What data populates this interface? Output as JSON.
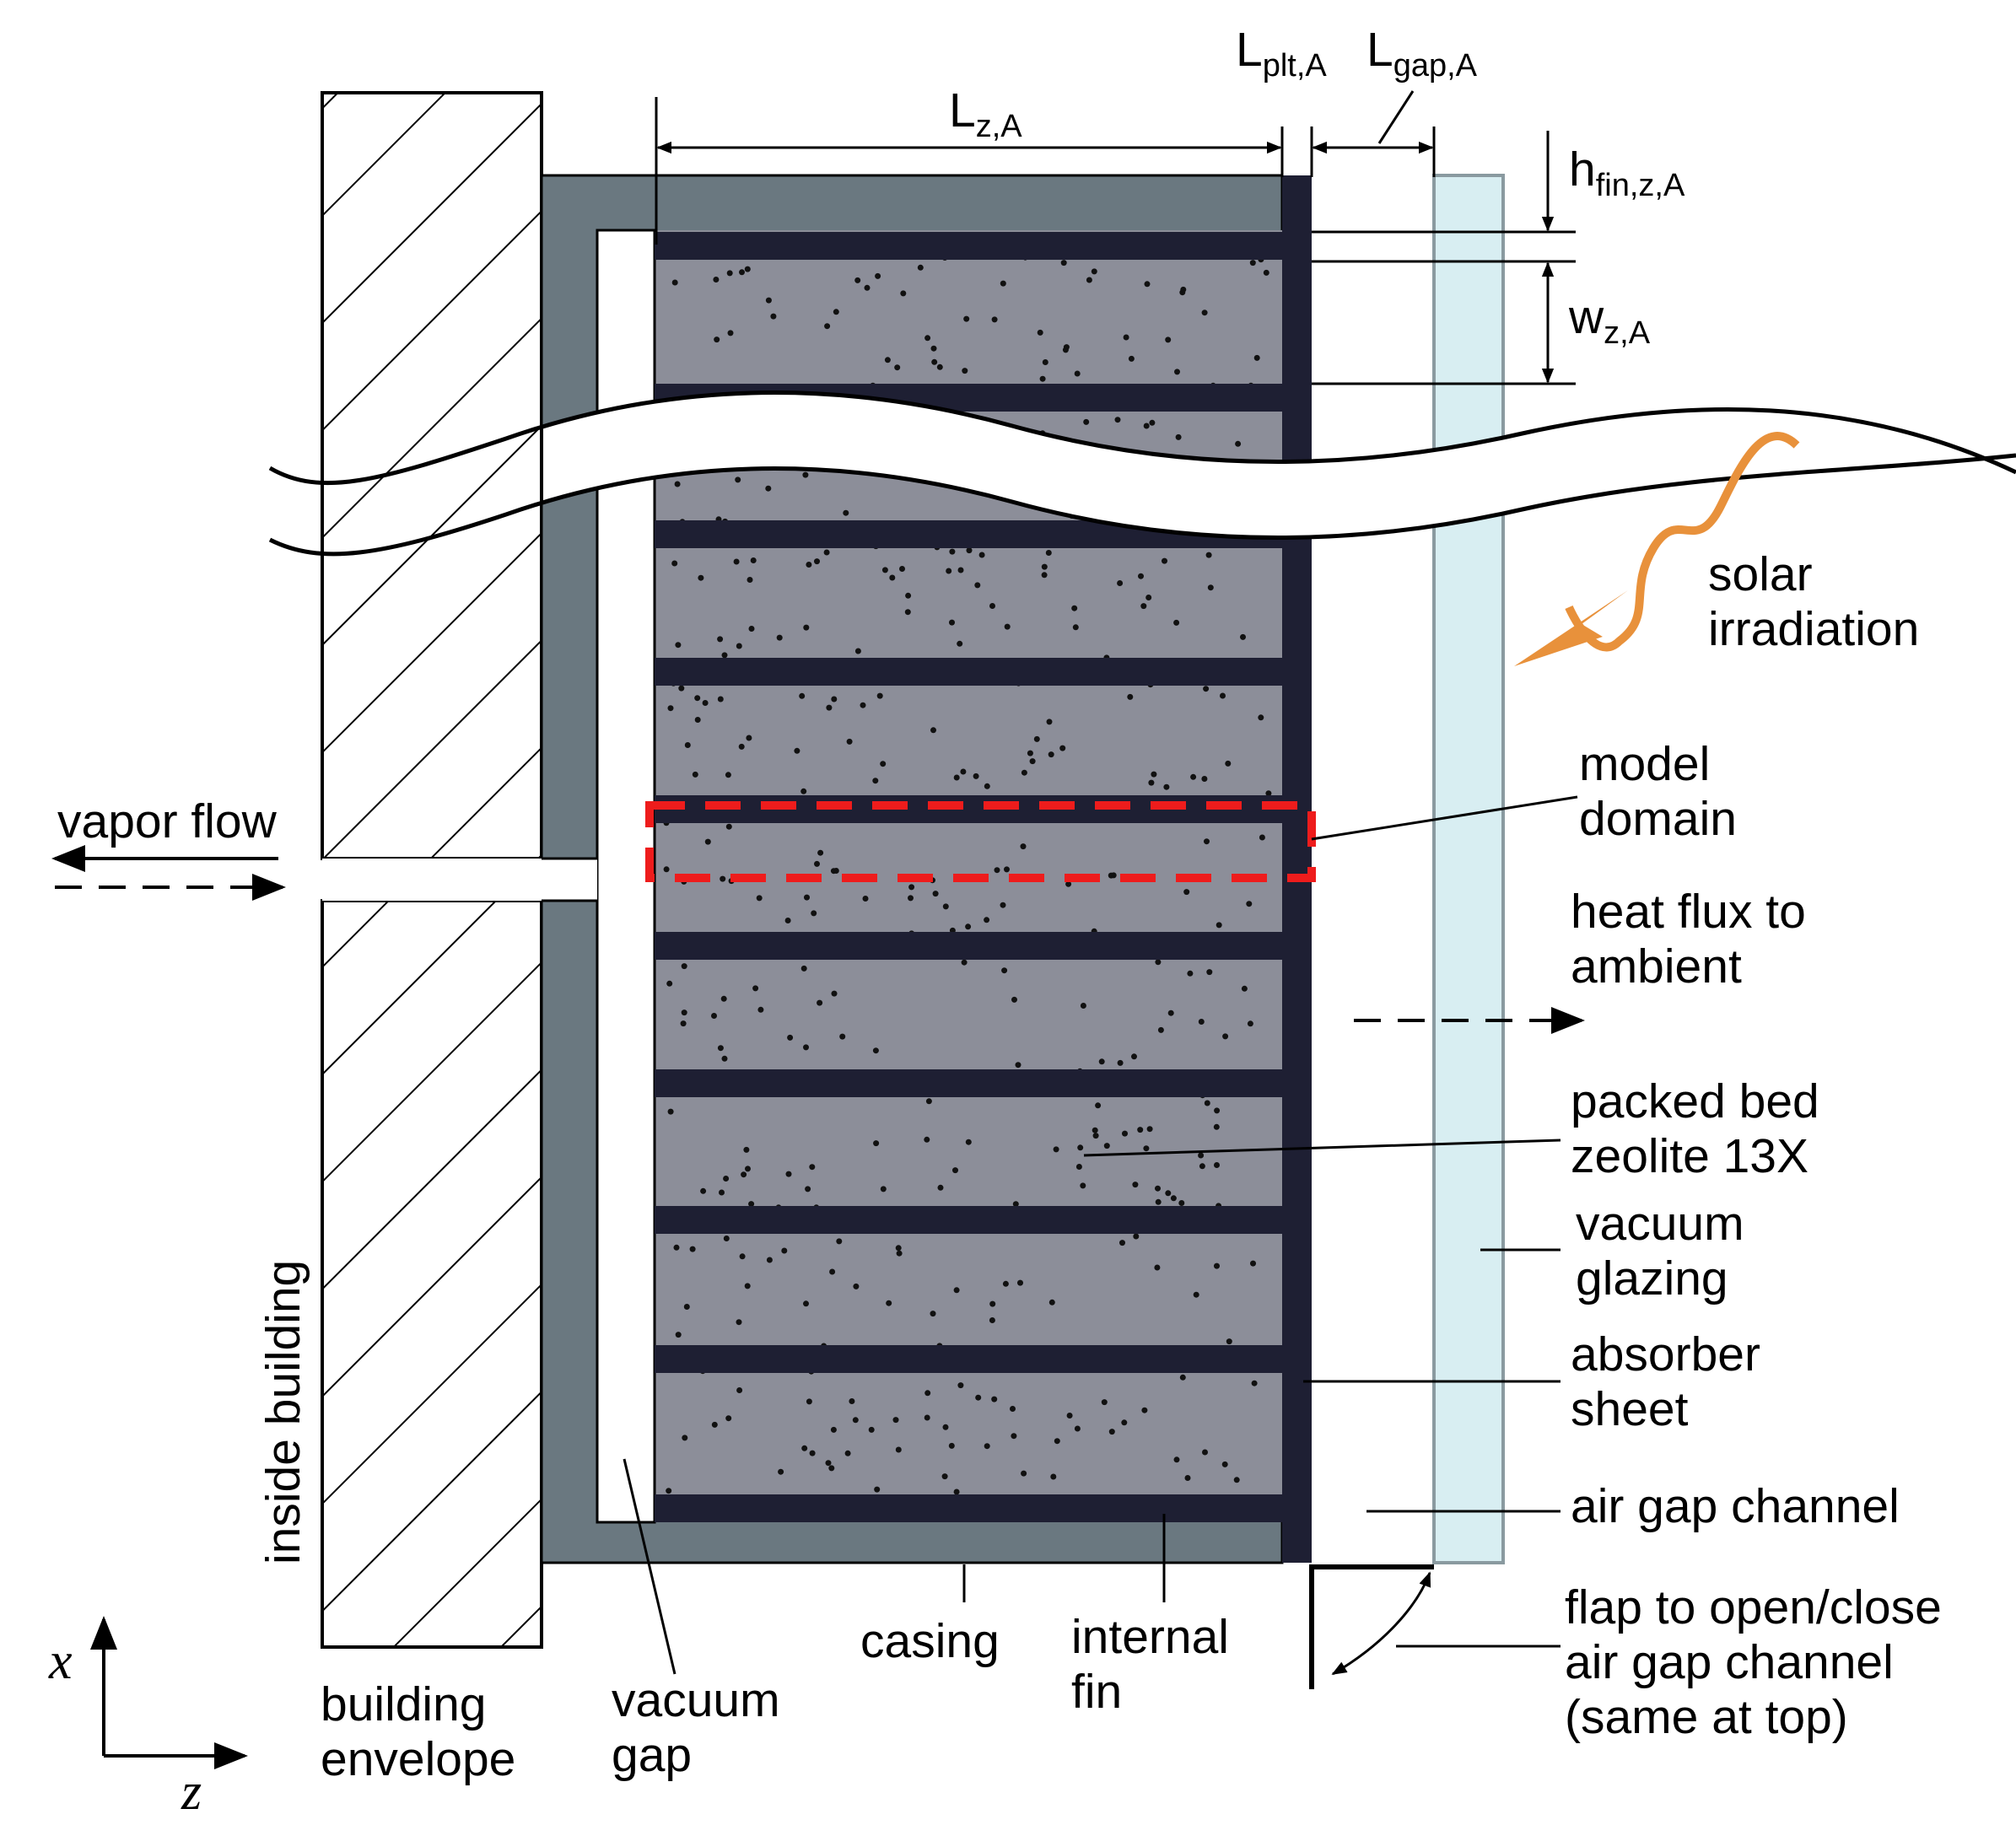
{
  "colors": {
    "casing": "#6a7880",
    "packed_bed": "#8c8e99",
    "fin": "#1e1f33",
    "glazing": "#d8eef2",
    "glazing_edge": "#8a9aa0",
    "model_domain": "#ee1c1c",
    "solar": "#e8913b"
  },
  "dimensions": {
    "lz": {
      "main": "L",
      "sub": "z,A"
    },
    "lplt": {
      "main": "L",
      "sub": "plt,A"
    },
    "lgap": {
      "main": "L",
      "sub": "gap,A"
    },
    "hfin": {
      "main": "h",
      "sub": "fin,z,A"
    },
    "wz": {
      "main": "w",
      "sub": "z,A"
    }
  },
  "labels": {
    "vapor_flow": "vapor flow",
    "inside_building": "inside building",
    "solar_1": "solar",
    "solar_2": "irradiation",
    "model_domain_1": "model",
    "model_domain_2": "domain",
    "heat_flux_1": "heat flux to",
    "heat_flux_2": "ambient",
    "packed_bed_1": "packed bed",
    "packed_bed_2": "zeolite 13X",
    "vacuum_glazing_1": "vacuum",
    "vacuum_glazing_2": "glazing",
    "absorber_1": "absorber",
    "absorber_2": "sheet",
    "air_gap": "air gap channel",
    "flap_1": "flap to open/close",
    "flap_2": "air gap channel",
    "flap_3": "(same at top)",
    "building_envelope_1": "building",
    "building_envelope_2": "envelope",
    "vacuum_gap_1": "vacuum",
    "vacuum_gap_2": "gap",
    "casing": "casing",
    "internal_fin_1": "internal",
    "internal_fin_2": "fin"
  },
  "axes": {
    "x": "x",
    "z": "z"
  }
}
